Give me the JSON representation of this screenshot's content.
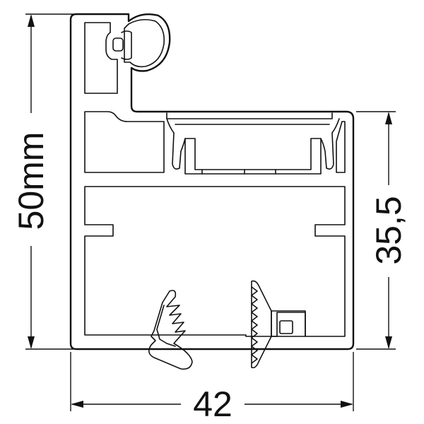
{
  "dimensions": {
    "height_label": "50mm",
    "width_label": "42",
    "inner_height_label": "35,5"
  },
  "colors": {
    "stroke": "#111111",
    "background": "#ffffff"
  }
}
